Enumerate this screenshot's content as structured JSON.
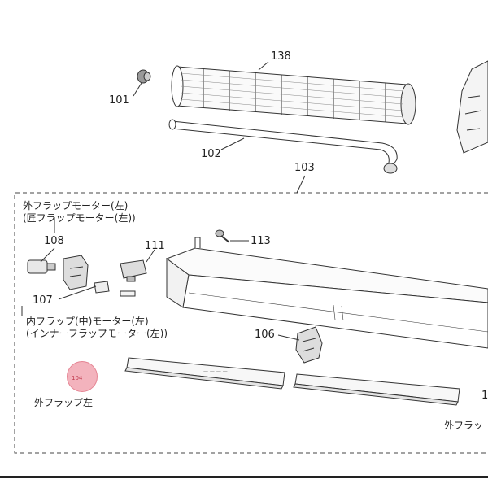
{
  "parts": {
    "p138": "138",
    "p101": "101",
    "p102": "102",
    "p103": "103",
    "p108": "108",
    "p111": "111",
    "p113": "113",
    "p107": "107",
    "p106": "106",
    "p104": "104",
    "p_right": "1"
  },
  "labels": {
    "outer_flap_motor_left": "外フラップモーター(左)",
    "outer_flap_motor_left_alt": "(匠フラップモーター(左))",
    "inner_flap_middle_motor_left": "内フラップ(中)モーター(左)",
    "inner_flap_motor_left_alt": "(インナーフラップモーター(左))",
    "outer_flap_left": "外フラップ左",
    "outer_flap_right_partial": "外フラッ"
  },
  "colors": {
    "line": "#333333",
    "highlight_fill": "#f3b3bd",
    "highlight_stroke": "#e58493",
    "highlight_text": "#c0394e"
  }
}
